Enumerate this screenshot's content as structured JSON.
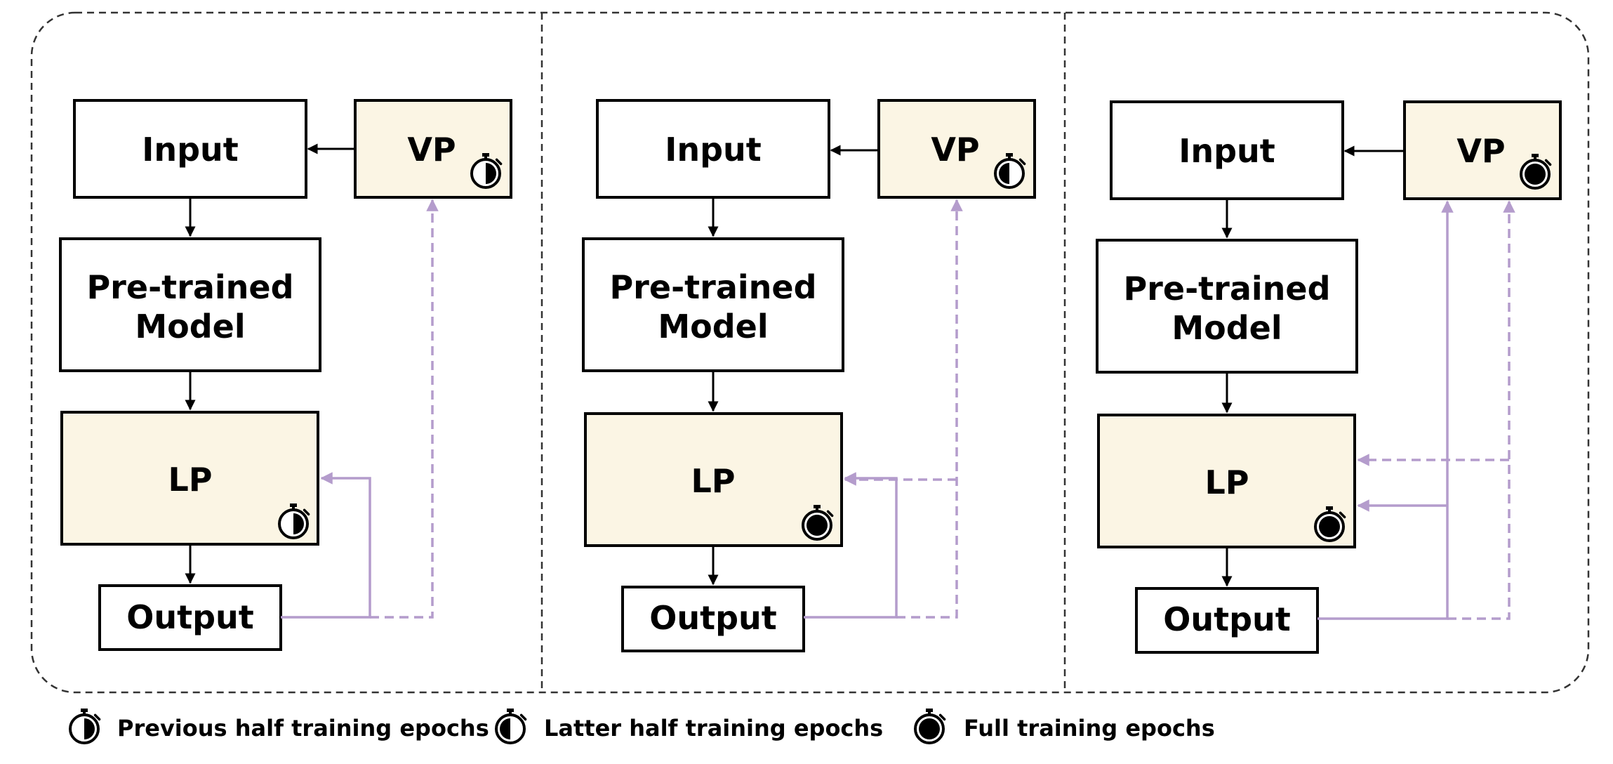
{
  "panels": [
    {
      "boxes": {
        "input": "Input",
        "vp": "VP",
        "model_line1": "Pre-trained",
        "model_line2": "Model",
        "lp": "LP",
        "output": "Output"
      },
      "vp_timer": "previous-half-timer-icon",
      "lp_timer": "previous-half-timer-icon",
      "vp_feedback": "dashed",
      "lp_feedback": "solid"
    },
    {
      "boxes": {
        "input": "Input",
        "vp": "VP",
        "model_line1": "Pre-trained",
        "model_line2": "Model",
        "lp": "LP",
        "output": "Output"
      },
      "vp_timer": "latter-half-timer-icon",
      "lp_timer": "full-timer-icon",
      "vp_feedback": "dashed",
      "lp_feedback": "solid+dashed"
    },
    {
      "boxes": {
        "input": "Input",
        "vp": "VP",
        "model_line1": "Pre-trained",
        "model_line2": "Model",
        "lp": "LP",
        "output": "Output"
      },
      "vp_timer": "full-timer-icon",
      "lp_timer": "full-timer-icon",
      "vp_feedback": "solid+dashed",
      "lp_feedback": "solid+dashed"
    }
  ],
  "legend": [
    {
      "icon": "previous-half-timer-icon",
      "label": "Previous half training epochs"
    },
    {
      "icon": "latter-half-timer-icon",
      "label": "Latter half training epochs"
    },
    {
      "icon": "full-timer-icon",
      "label": "Full training epochs"
    }
  ],
  "colors": {
    "trainable_fill": "#fbf5e4",
    "box_stroke": "#000000",
    "feedback_line": "#b49ccc",
    "frame_dash": "#333333"
  }
}
